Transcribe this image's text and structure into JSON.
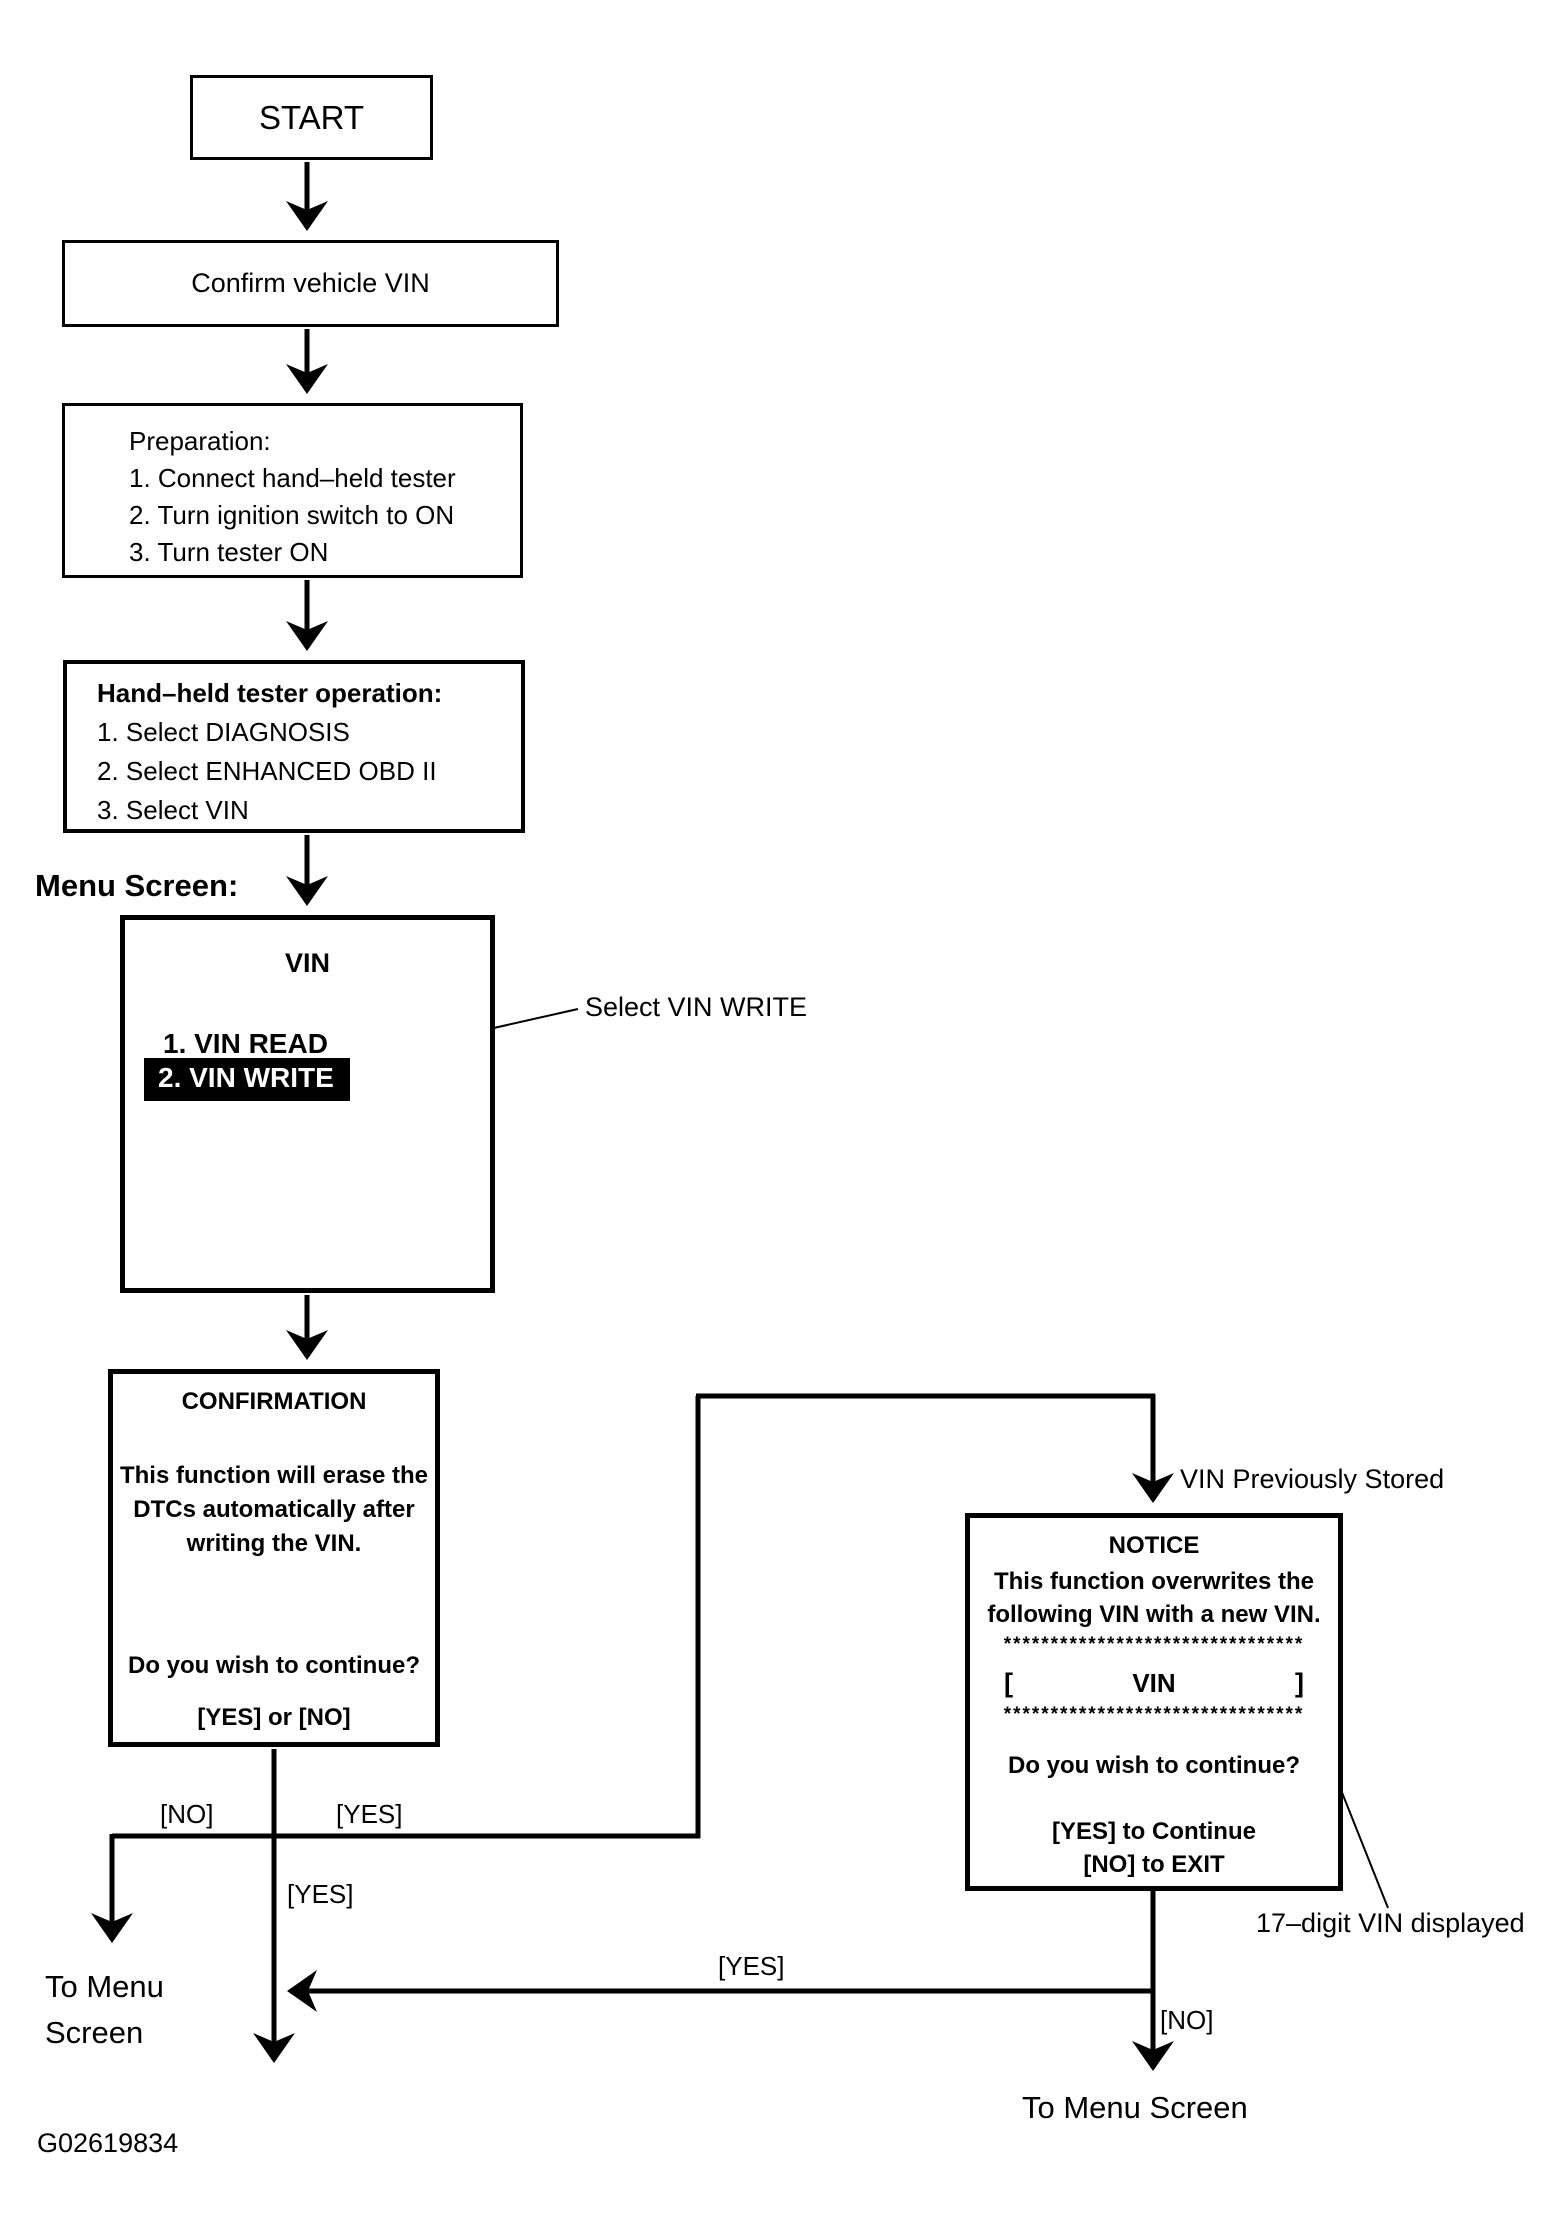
{
  "figure": {
    "id": "G02619834"
  },
  "nodes": {
    "start": {
      "label": "START"
    },
    "confirm_vin": {
      "label": "Confirm vehicle VIN"
    },
    "preparation": {
      "title": "Preparation:",
      "steps": [
        "1. Connect hand–held tester",
        "2. Turn ignition switch to ON",
        "3. Turn tester ON"
      ]
    },
    "tester_operation": {
      "title": "Hand–held tester operation:",
      "steps": [
        "1. Select DIAGNOSIS",
        "2. Select ENHANCED OBD II",
        "3. Select VIN"
      ]
    },
    "menu_screen": {
      "section_label": "Menu Screen:",
      "title": "VIN",
      "item_read": "1. VIN READ",
      "item_write": "2. VIN WRITE"
    },
    "confirmation": {
      "title": "CONFIRMATION",
      "body": [
        "This function will erase the",
        "DTCs automatically after",
        "writing the VIN."
      ],
      "question": "Do you wish to continue?",
      "options": "[YES] or [NO]"
    },
    "notice": {
      "title": "NOTICE",
      "body": [
        "This function overwrites the",
        "following VIN with a new VIN."
      ],
      "asterisk_row": "********************************",
      "vin_open_bracket": "[",
      "vin_field": "VIN",
      "vin_close_bracket": "]",
      "question": "Do you wish to continue?",
      "option_yes": "[YES] to Continue",
      "option_no": "[NO] to EXIT"
    }
  },
  "callouts": {
    "select_vin_write": "Select VIN WRITE",
    "vin_previously_stored": "VIN Previously Stored",
    "digit_vin_displayed": "17–digit VIN displayed"
  },
  "edge_labels": {
    "no_left": "[NO]",
    "yes_right": "[YES]",
    "yes_center": "[YES]",
    "yes_return": "[YES]",
    "no_bottom": "[NO]"
  },
  "terminals": {
    "to_menu_left_line1": "To Menu",
    "to_menu_left_line2": "Screen",
    "to_menu_right": "To Menu Screen"
  },
  "colors": {
    "ink": "#000000",
    "paper": "#ffffff",
    "highlight_bg": "#000000",
    "highlight_text": "#ffffff"
  }
}
